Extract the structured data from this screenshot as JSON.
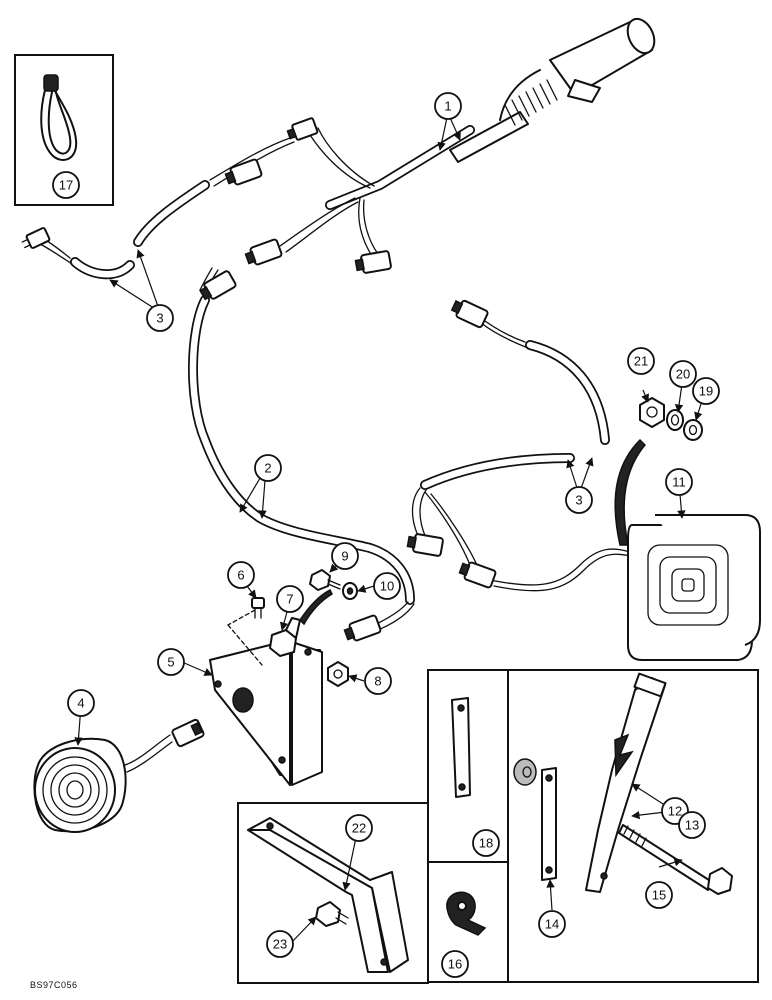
{
  "diagram": {
    "reference_code": "BS97C056",
    "callouts": [
      "1",
      "2",
      "3",
      "3",
      "4",
      "5",
      "6",
      "7",
      "8",
      "9",
      "10",
      "11",
      "12",
      "13",
      "14",
      "15",
      "16",
      "17",
      "18",
      "19",
      "20",
      "21",
      "22",
      "23"
    ]
  }
}
